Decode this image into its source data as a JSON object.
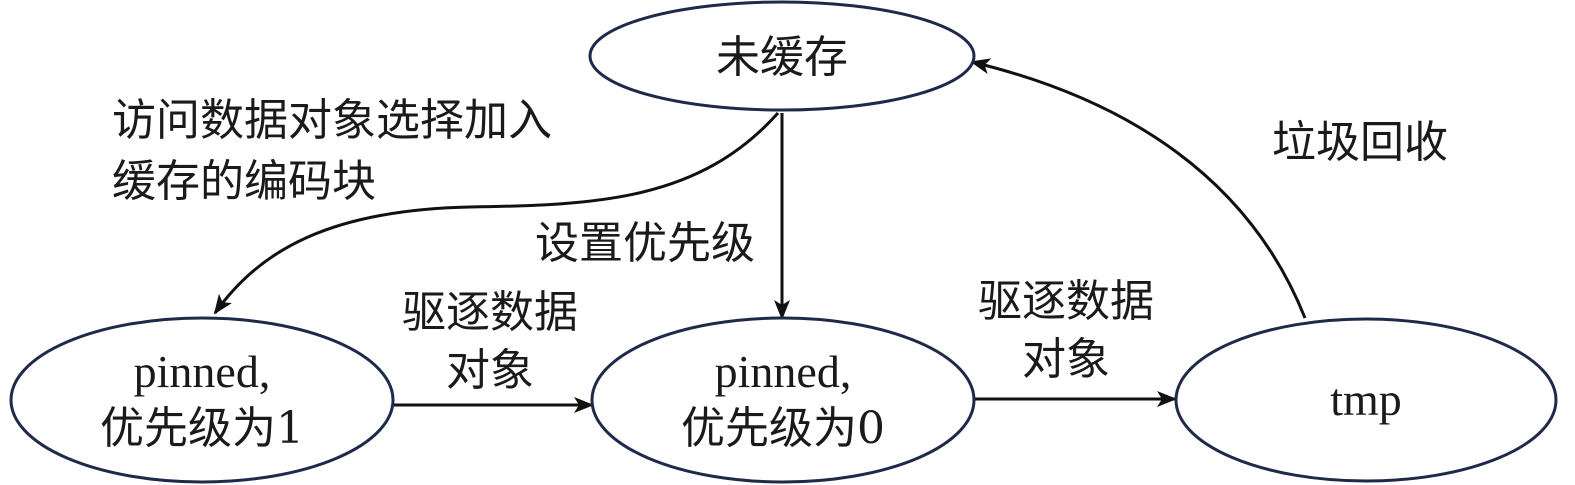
{
  "colors": {
    "node_stroke": "#1f2a4a",
    "edge": "#111111",
    "text": "#1a1a1a",
    "background": "#ffffff"
  },
  "nodes": {
    "uncached": {
      "lines": [
        "未缓存"
      ]
    },
    "pinned1": {
      "lines": [
        "pinned,",
        "优先级为1"
      ]
    },
    "pinned0": {
      "lines": [
        "pinned,",
        "优先级为0"
      ]
    },
    "tmp": {
      "lines": [
        "tmp"
      ]
    }
  },
  "edges": {
    "access": {
      "from": "uncached",
      "to": "pinned1",
      "lines": [
        "访问数据对象选择加入",
        "缓存的编码块"
      ]
    },
    "set_priority": {
      "from": "uncached",
      "to": "pinned0",
      "lines": [
        "设置优先级"
      ]
    },
    "evict1": {
      "from": "pinned1",
      "to": "pinned0",
      "lines": [
        "驱逐数据",
        "对象"
      ]
    },
    "evict2": {
      "from": "pinned0",
      "to": "tmp",
      "lines": [
        "驱逐数据",
        "对象"
      ]
    },
    "gc": {
      "from": "tmp",
      "to": "uncached",
      "lines": [
        "垃圾回收"
      ]
    }
  }
}
